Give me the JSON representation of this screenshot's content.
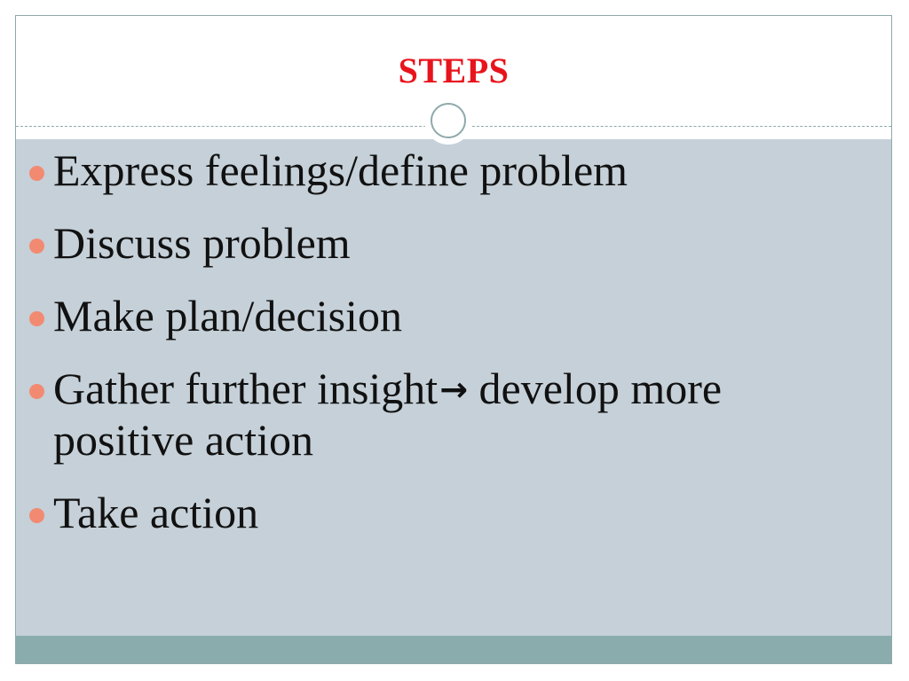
{
  "slide": {
    "title": "STEPS",
    "colors": {
      "title": "#e8141c",
      "content_background": "#c5d0d8",
      "footer_bar": "#8aacac",
      "bullet": "#f28a72",
      "border": "#8fa9ab"
    },
    "bullets": [
      {
        "text": "Express feelings/define problem"
      },
      {
        "text": "Discuss problem"
      },
      {
        "text": "Make plan/decision"
      },
      {
        "text_before_arrow": "Gather further insight",
        "text_after_arrow": " develop more positive action",
        "icon": "right-arrow-icon"
      },
      {
        "text": "Take action"
      }
    ]
  }
}
